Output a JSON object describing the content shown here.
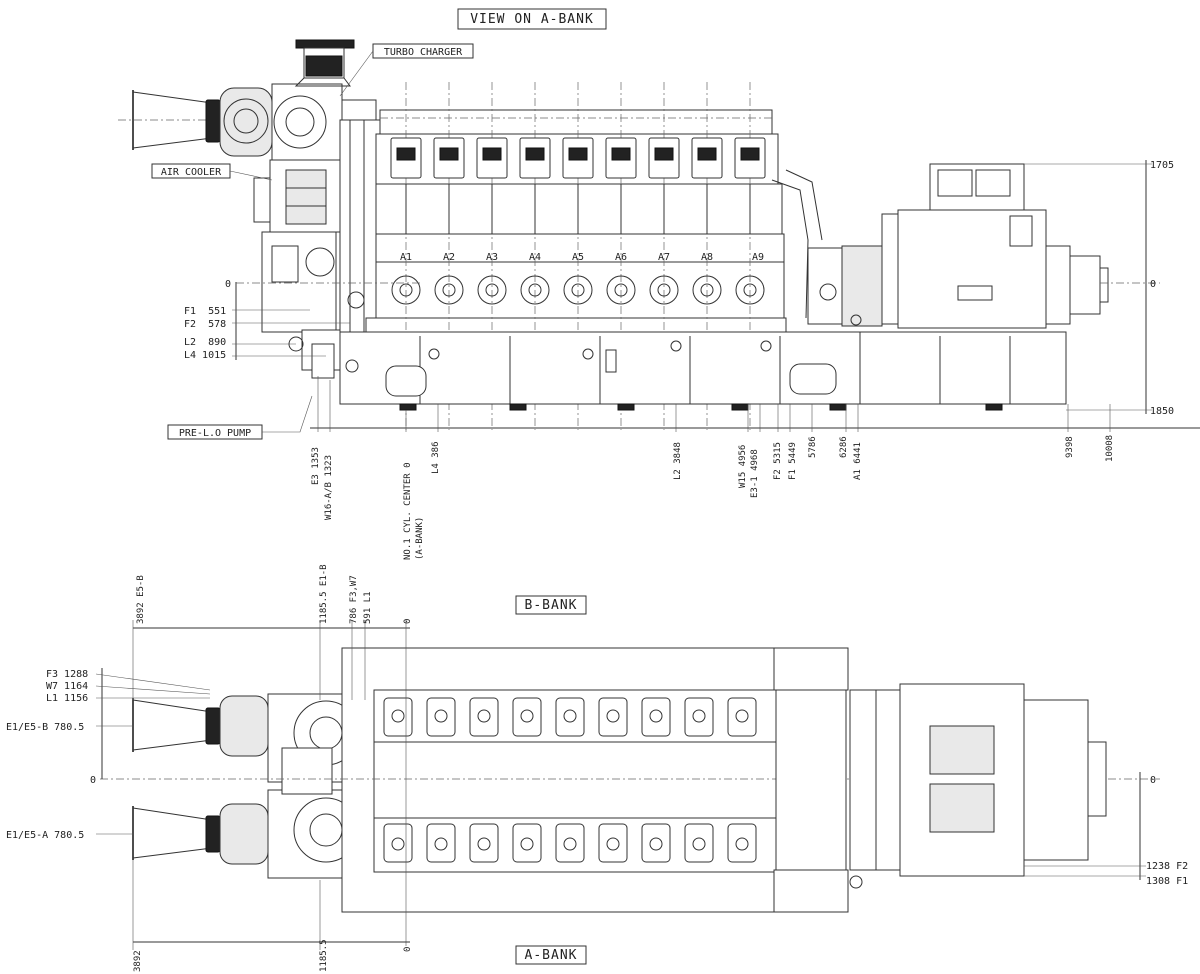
{
  "titles": {
    "view_a_bank": "VIEW ON A-BANK",
    "b_bank": "B-BANK",
    "a_bank": "A-BANK"
  },
  "callouts": {
    "turbo_charger": "TURBO CHARGER",
    "air_cooler": "AIR COOLER",
    "pre_lo_pump": "PRE-L.O PUMP"
  },
  "cylinders_a": [
    "A1",
    "A2",
    "A3",
    "A4",
    "A5",
    "A6",
    "A7",
    "A8",
    "A9"
  ],
  "side_view": {
    "left_dims": [
      "F1  551",
      "F2  578",
      "L2  890",
      "L4 1015"
    ],
    "zero_left": "0",
    "zero_right": "0",
    "right_dims": [
      "1705",
      "1850"
    ],
    "bottom_dims": [
      "E3 1353",
      "W16-A/B 1323",
      "NO.1 CYL. CENTER 0",
      "(A-BANK)",
      "L4 386",
      "L2 3848",
      "W15 4956",
      "E3-1 4968",
      "F2 5315",
      "F1 5449",
      "5786",
      "6286",
      "A1 6441",
      "9398",
      "10008"
    ]
  },
  "plan_view": {
    "top_dims": [
      "3892 E5-B",
      "1185.5 E1-B",
      "786 F3,W7",
      "591 L1"
    ],
    "zero_top": "0",
    "left_dims": [
      "F3 1288",
      "W7 1164",
      "L1 1156",
      "E1/E5-B 780.5",
      "E1/E5-A 780.5"
    ],
    "zero_left": "0",
    "zero_right": "0",
    "right_dims": [
      "1238 F2",
      "1308 F1"
    ],
    "bottom_dims": [
      "3892",
      "1185.5",
      "0"
    ]
  }
}
